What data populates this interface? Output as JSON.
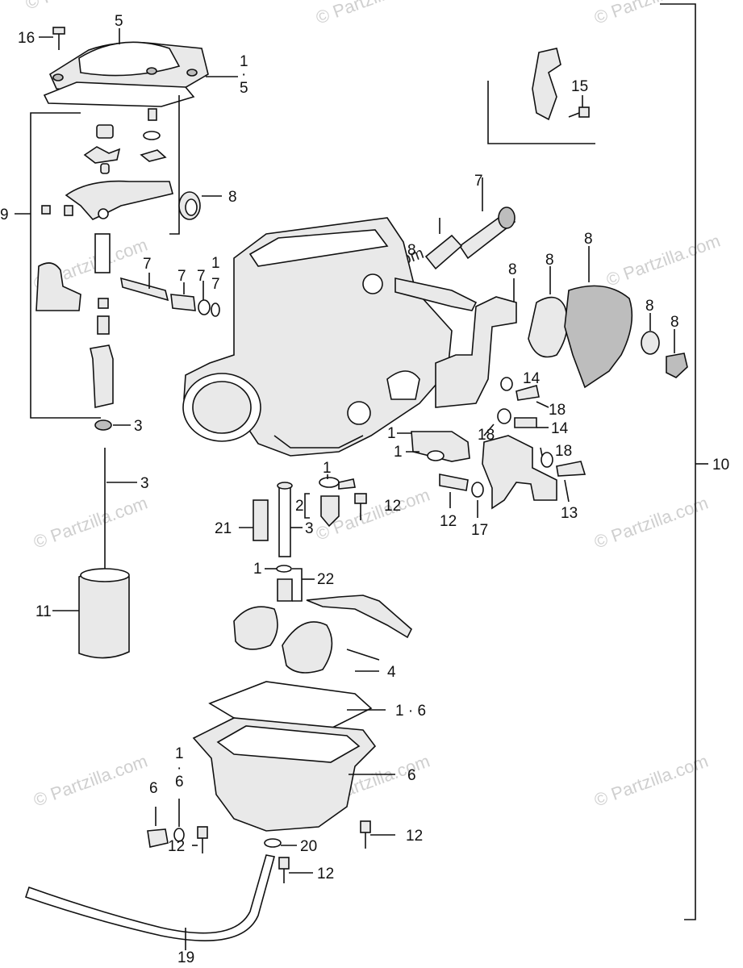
{
  "watermark": "© Partzilla.com",
  "labels": {
    "l1_top": "1",
    "l1_dot": "·",
    "l5_top": "5",
    "l5_cap": "5",
    "l16": "16",
    "l9": "9",
    "l8_ring": "8",
    "l15": "15",
    "l7_screw_top": "7",
    "l8_rod": "8",
    "l8_bracket": "8",
    "l8_spring": "8",
    "l8_plate": "8",
    "l8_washer": "8",
    "l8_nut": "8",
    "l7_needle": "7",
    "l7_spring": "7",
    "l7_washer": "7",
    "l1_needle": "1",
    "l7_needle_b": "7",
    "l14_a": "14",
    "l18_a": "18",
    "l14_b": "14",
    "l18_b": "18",
    "l18_c": "18",
    "l1_pl_a": "1",
    "l1_pl_b": "1",
    "l13": "13",
    "l12_mid": "12",
    "l17": "17",
    "l10": "10",
    "l3_a": "3",
    "l3_b": "3",
    "l1_jet": "1",
    "l2": "2",
    "l12_jet": "12",
    "l21": "21",
    "l3_c": "3",
    "l1_seat": "1",
    "l22": "22",
    "l11": "11",
    "l4": "4",
    "l16_gasket": "1 · 6",
    "l1_bowl": "1",
    "l1_bowl_dot": "·",
    "l6_bowl_small": "6",
    "l6_plug": "6",
    "l6_bowl": "6",
    "l12_left": "12",
    "l12_right": "12",
    "l20": "20",
    "l12_bottom": "12",
    "l19": "19"
  }
}
